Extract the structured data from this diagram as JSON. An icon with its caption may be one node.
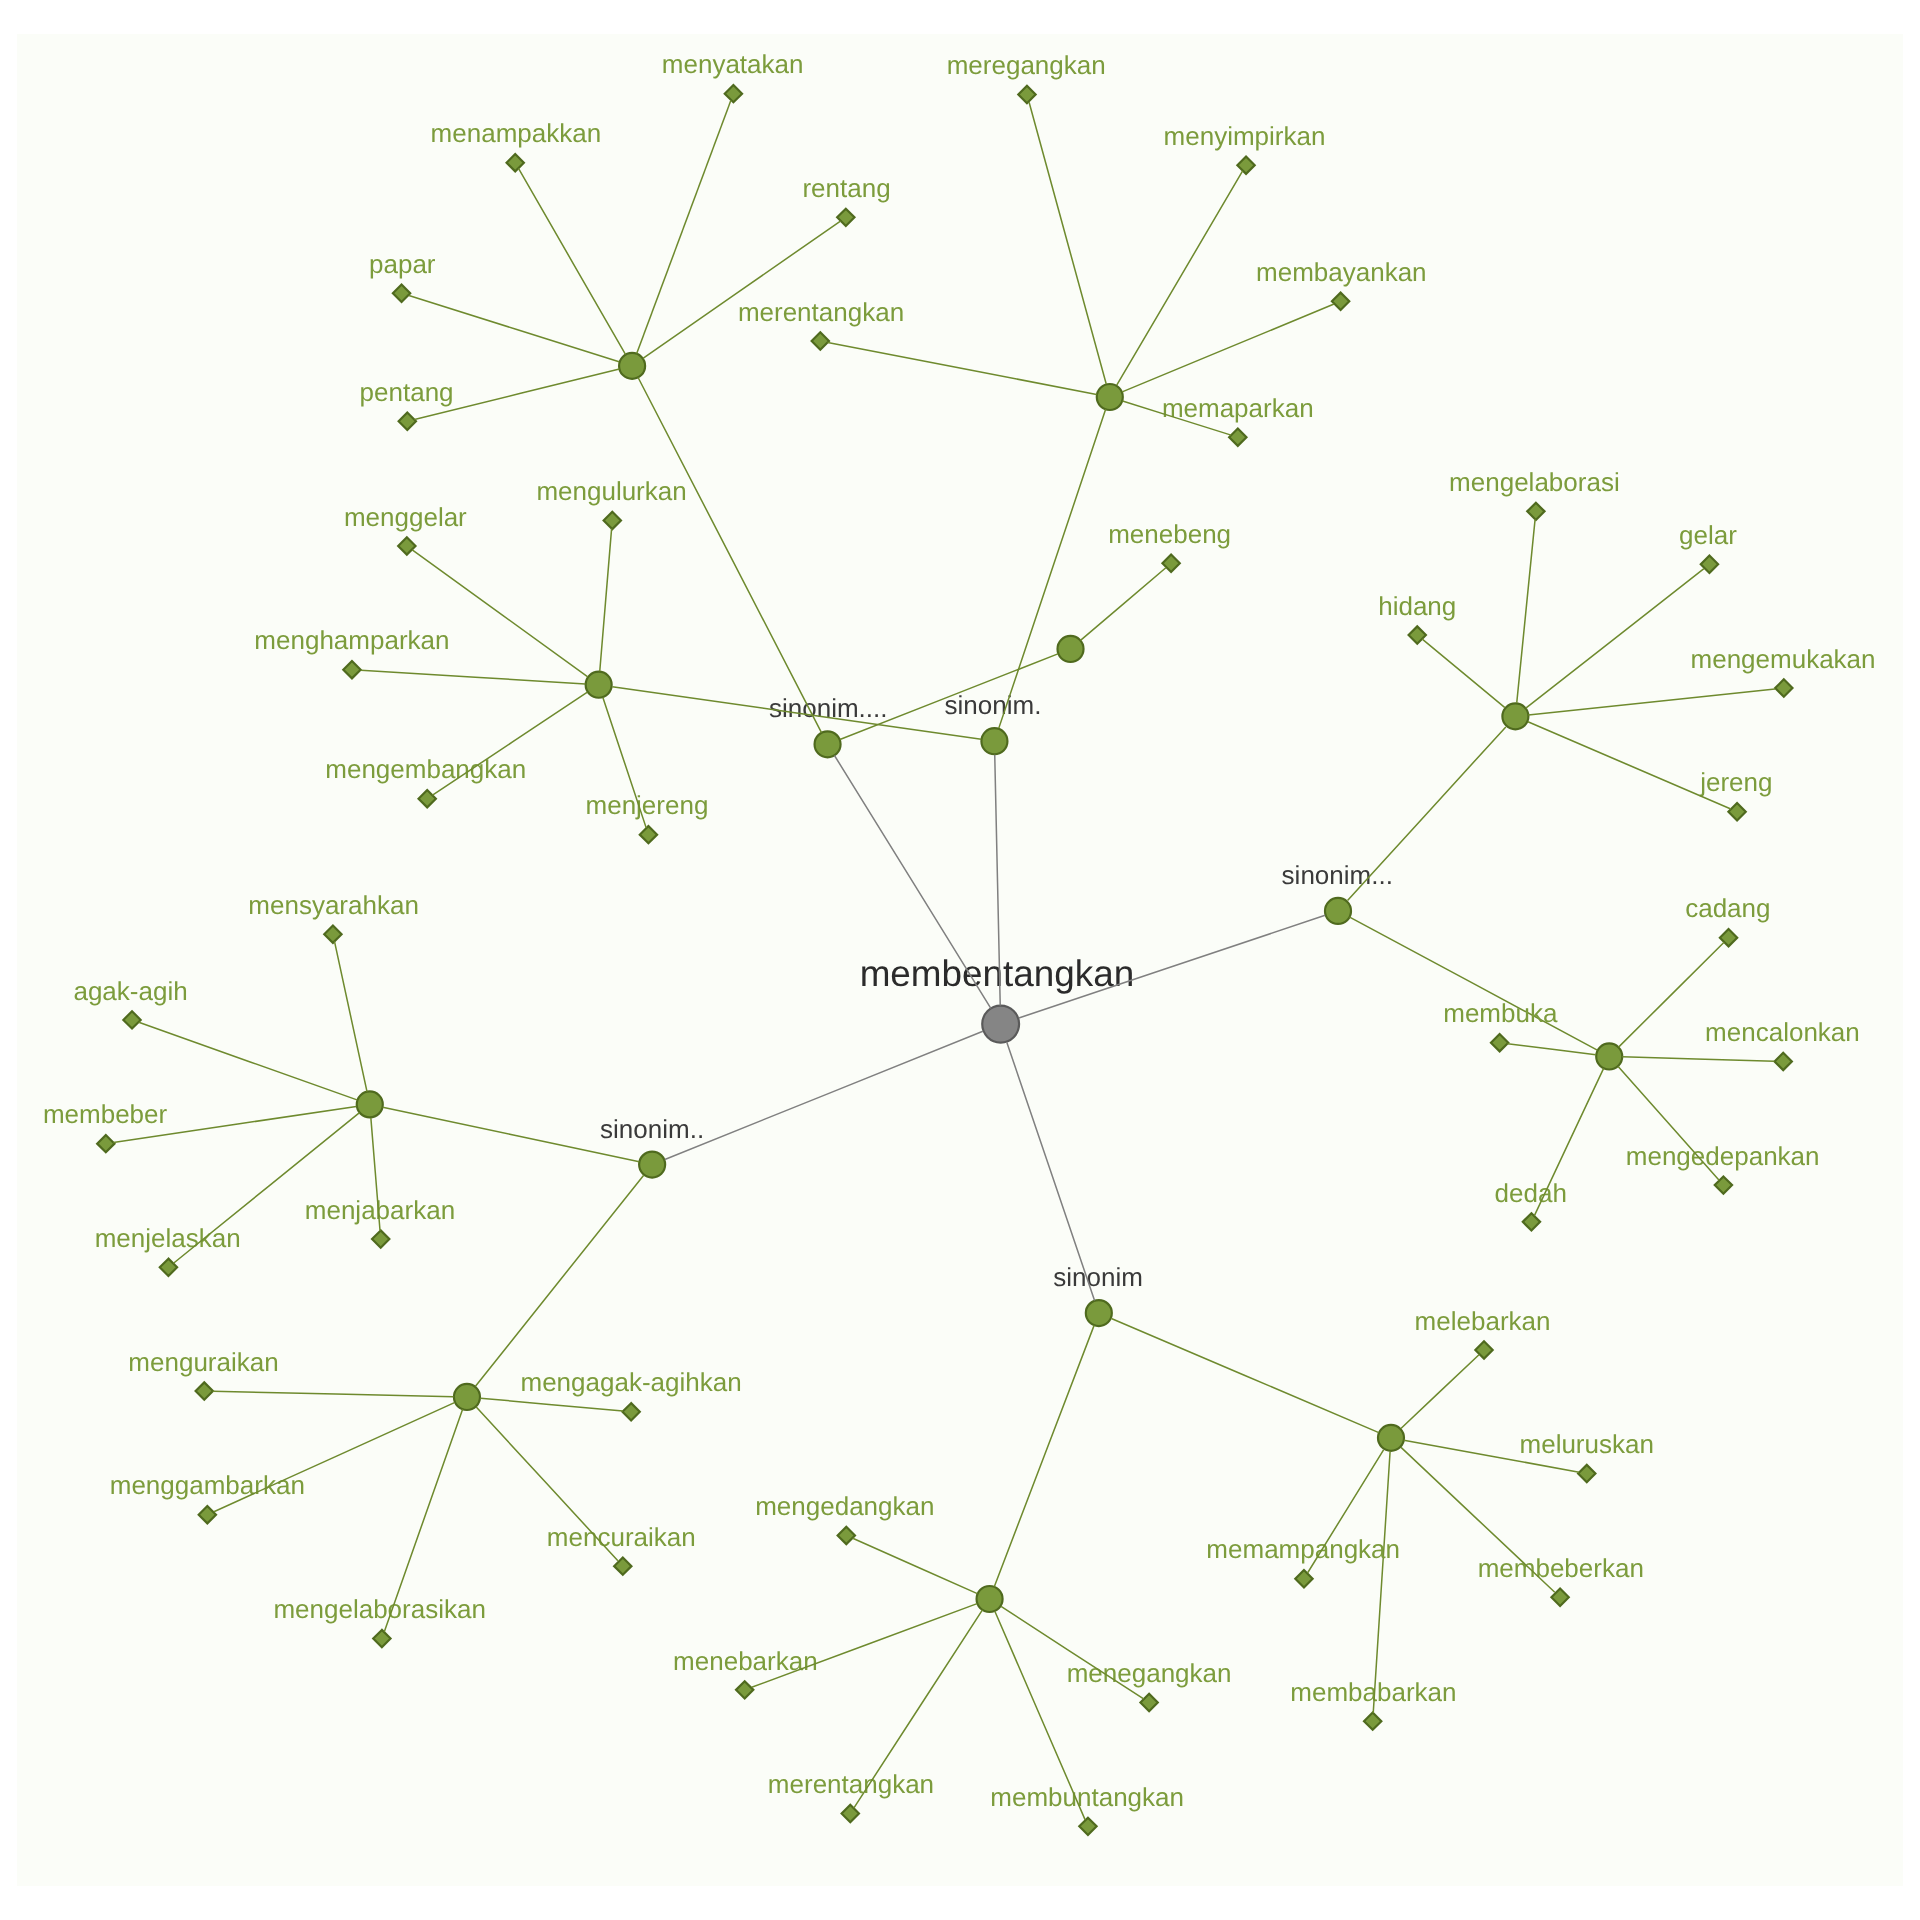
{
  "diagram": {
    "nodes": [
      {
        "text": [
          "membentangkan"
        ]
      },
      {
        "text": [
          "sinonim"
        ]
      },
      {
        "text": [],
        "shape": "circle"
      },
      {
        "text": [
          "mengedangkan"
        ]
      },
      {
        "text": [
          "menegangkan"
        ]
      },
      {
        "text": [
          "menebarkan"
        ]
      },
      {
        "text": [
          "merentangkan"
        ]
      },
      {
        "text": [
          "membuntangkan"
        ]
      },
      {
        "text": [],
        "shape": "circle"
      },
      {
        "text": [
          "membeberkan"
        ]
      },
      {
        "text": [
          "membabarkan"
        ]
      },
      {
        "text": [
          "memampangkan"
        ]
      },
      {
        "text": [
          "meluruskan"
        ]
      },
      {
        "text": [
          "melebarkan"
        ]
      },
      {
        "text": [
          "sinonim."
        ]
      },
      {
        "text": [],
        "shape": "circle"
      },
      {
        "text": [
          "menjereng"
        ]
      },
      {
        "text": [
          "mengulurkan"
        ]
      },
      {
        "text": [
          "menghamparkan"
        ]
      },
      {
        "text": [
          "menggelar"
        ]
      },
      {
        "text": [
          "mengembangkan"
        ]
      },
      {
        "text": [],
        "shape": "circle"
      },
      {
        "text": [
          "menyimpirkan"
        ]
      },
      {
        "text": [
          "meregangkan"
        ]
      },
      {
        "text": [
          "merentangkan"
        ]
      },
      {
        "text": [
          "memaparkan"
        ]
      },
      {
        "text": [
          "membayankan"
        ]
      },
      {
        "text": [
          "sinonim.."
        ]
      },
      {
        "text": [],
        "shape": "circle"
      },
      {
        "text": [
          "mencuraikan"
        ]
      },
      {
        "text": [
          "mengagak-agihkan"
        ]
      },
      {
        "text": [
          "mengelaborasikan"
        ]
      },
      {
        "text": [
          "menggambarkan"
        ]
      },
      {
        "text": [
          "menguraikan"
        ]
      },
      {
        "text": [],
        "shape": "circle"
      },
      {
        "text": [
          "menjabarkan"
        ]
      },
      {
        "text": [
          "menjelaskan"
        ]
      },
      {
        "text": [
          "mensyarahkan"
        ]
      },
      {
        "text": [
          "agak-agih"
        ]
      },
      {
        "text": [
          "membeber"
        ]
      },
      {
        "text": [
          "sinonim..."
        ]
      },
      {
        "text": [],
        "shape": "circle"
      },
      {
        "text": [
          "membuka"
        ]
      },
      {
        "text": [
          "cadang"
        ]
      },
      {
        "text": [
          "mencalonkan"
        ]
      },
      {
        "text": [
          "dedah"
        ]
      },
      {
        "text": [
          "mengedepankan"
        ]
      },
      {
        "text": [],
        "shape": "circle"
      },
      {
        "text": [
          "mengemukakan"
        ]
      },
      {
        "text": [
          "jereng"
        ]
      },
      {
        "text": [
          "hidang"
        ]
      },
      {
        "text": [
          "gelar"
        ]
      },
      {
        "text": [
          "mengelaborasi"
        ]
      },
      {
        "text": [
          "sinonim...."
        ]
      },
      {
        "text": [],
        "shape": "circle"
      },
      {
        "text": [
          "menebeng"
        ]
      },
      {
        "text": [],
        "shape": "circle"
      },
      {
        "text": [
          "menampakkan"
        ]
      },
      {
        "text": [
          "rentang"
        ]
      },
      {
        "text": [
          "pentang"
        ]
      },
      {
        "text": [
          "papar"
        ]
      },
      {
        "text": [
          "menyatakan"
        ]
      }
    ],
    "edges": [
      {
        "from": 0,
        "to": 1,
        "arrow": "none",
        "color": "#808080"
      },
      {
        "from": 1,
        "to": 2,
        "arrow": "none"
      },
      {
        "from": 2,
        "to": 3,
        "arrow": "none"
      },
      {
        "from": 2,
        "to": 4,
        "arrow": "none"
      },
      {
        "from": 2,
        "to": 5,
        "arrow": "none"
      },
      {
        "from": 2,
        "to": 6,
        "arrow": "none"
      },
      {
        "from": 2,
        "to": 7,
        "arrow": "none"
      },
      {
        "from": 1,
        "to": 8,
        "arrow": "none"
      },
      {
        "from": 8,
        "to": 9,
        "arrow": "none"
      },
      {
        "from": 8,
        "to": 10,
        "arrow": "none"
      },
      {
        "from": 8,
        "to": 11,
        "arrow": "none"
      },
      {
        "from": 8,
        "to": 12,
        "arrow": "none"
      },
      {
        "from": 8,
        "to": 13,
        "arrow": "none"
      },
      {
        "from": 0,
        "to": 14,
        "arrow": "none",
        "color": "#808080"
      },
      {
        "from": 14,
        "to": 15,
        "arrow": "none"
      },
      {
        "from": 15,
        "to": 16,
        "arrow": "none"
      },
      {
        "from": 15,
        "to": 17,
        "arrow": "none"
      },
      {
        "from": 15,
        "to": 18,
        "arrow": "none"
      },
      {
        "from": 15,
        "to": 19,
        "arrow": "none"
      },
      {
        "from": 15,
        "to": 20,
        "arrow": "none"
      },
      {
        "from": 14,
        "to": 21,
        "arrow": "none"
      },
      {
        "from": 21,
        "to": 22,
        "arrow": "none"
      },
      {
        "from": 21,
        "to": 23,
        "arrow": "none"
      },
      {
        "from": 21,
        "to": 24,
        "arrow": "none"
      },
      {
        "from": 21,
        "to": 25,
        "arrow": "none"
      },
      {
        "from": 21,
        "to": 26,
        "arrow": "none"
      },
      {
        "from": 0,
        "to": 27,
        "arrow": "none",
        "color": "#808080"
      },
      {
        "from": 27,
        "to": 28,
        "arrow": "none"
      },
      {
        "from": 28,
        "to": 29,
        "arrow": "none"
      },
      {
        "from": 28,
        "to": 30,
        "arrow": "none"
      },
      {
        "from": 28,
        "to": 31,
        "arrow": "none"
      },
      {
        "from": 28,
        "to": 32,
        "arrow": "none"
      },
      {
        "from": 28,
        "to": 33,
        "arrow": "none"
      },
      {
        "from": 27,
        "to": 34,
        "arrow": "none"
      },
      {
        "from": 34,
        "to": 35,
        "arrow": "none"
      },
      {
        "from": 34,
        "to": 36,
        "arrow": "none"
      },
      {
        "from": 34,
        "to": 37,
        "arrow": "none"
      },
      {
        "from": 34,
        "to": 38,
        "arrow": "none"
      },
      {
        "from": 34,
        "to": 39,
        "arrow": "none"
      },
      {
        "from": 0,
        "to": 40,
        "arrow": "none",
        "color": "#808080"
      },
      {
        "from": 40,
        "to": 41,
        "arrow": "none"
      },
      {
        "from": 41,
        "to": 42,
        "arrow": "none"
      },
      {
        "from": 41,
        "to": 43,
        "arrow": "none"
      },
      {
        "from": 41,
        "to": 44,
        "arrow": "none"
      },
      {
        "from": 41,
        "to": 45,
        "arrow": "none"
      },
      {
        "from": 41,
        "to": 46,
        "arrow": "none"
      },
      {
        "from": 40,
        "to": 47,
        "arrow": "none"
      },
      {
        "from": 47,
        "to": 48,
        "arrow": "none"
      },
      {
        "from": 47,
        "to": 49,
        "arrow": "none"
      },
      {
        "from": 47,
        "to": 50,
        "arrow": "none"
      },
      {
        "from": 47,
        "to": 51,
        "arrow": "none"
      },
      {
        "from": 47,
        "to": 52,
        "arrow": "none"
      },
      {
        "from": 0,
        "to": 53,
        "arrow": "none",
        "color": "#808080"
      },
      {
        "from": 53,
        "to": 54,
        "arrow": "none"
      },
      {
        "from": 54,
        "to": 55,
        "arrow": "none"
      },
      {
        "from": 53,
        "to": 56,
        "arrow": "none"
      },
      {
        "from": 56,
        "to": 57,
        "arrow": "none"
      },
      {
        "from": 56,
        "to": 58,
        "arrow": "none"
      },
      {
        "from": 56,
        "to": 59,
        "arrow": "none"
      },
      {
        "from": 56,
        "to": 60,
        "arrow": "none"
      },
      {
        "from": 56,
        "to": 61,
        "arrow": "none"
      }
    ]
  }
}
